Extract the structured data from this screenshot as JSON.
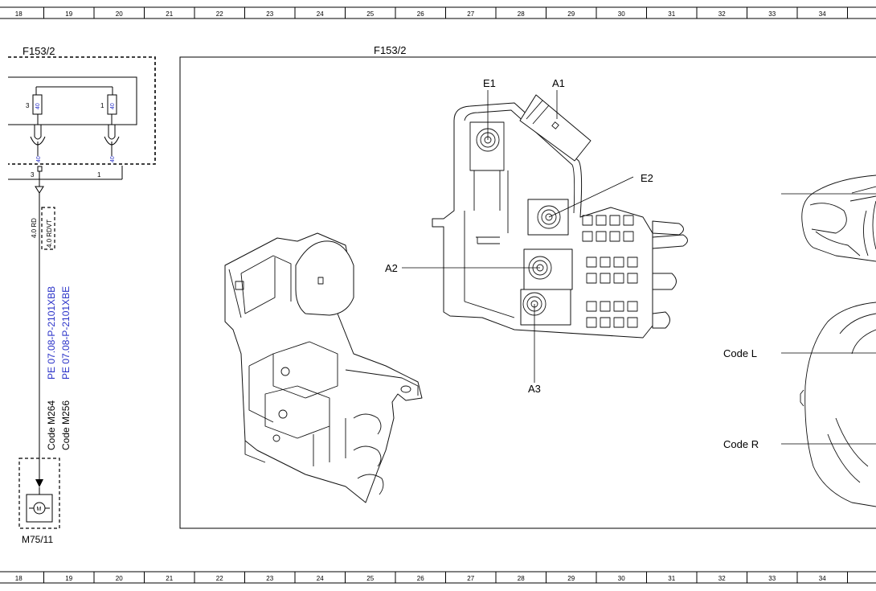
{
  "ruler": {
    "columns": [
      "18",
      "19",
      "20",
      "21",
      "22",
      "23",
      "24",
      "25",
      "26",
      "27",
      "28",
      "29",
      "30",
      "31",
      "32",
      "33",
      "34"
    ]
  },
  "schematic": {
    "fuse_box_label": "F153/2",
    "pin_left": "3",
    "pin_right": "1",
    "pin_value": "40",
    "wire_pin_left": "3",
    "wire_pin_right": "1",
    "wire_1": "4.0 RD",
    "wire_2": "4.0 RDVT",
    "pe_ref_1": "PE 07.08-P-2101XBB",
    "pe_ref_2": "PE 07.08-P-2101XBE",
    "code_1": "Code M264",
    "code_2": "Code M256",
    "motor_symbol": "M",
    "motor_label": "M75/11"
  },
  "detail": {
    "title": "F153/2",
    "callouts": {
      "e1": "E1",
      "a1": "A1",
      "e2": "E2",
      "a2": "A2",
      "a3": "A3",
      "code_l": "Code L",
      "code_r": "Code R"
    }
  }
}
